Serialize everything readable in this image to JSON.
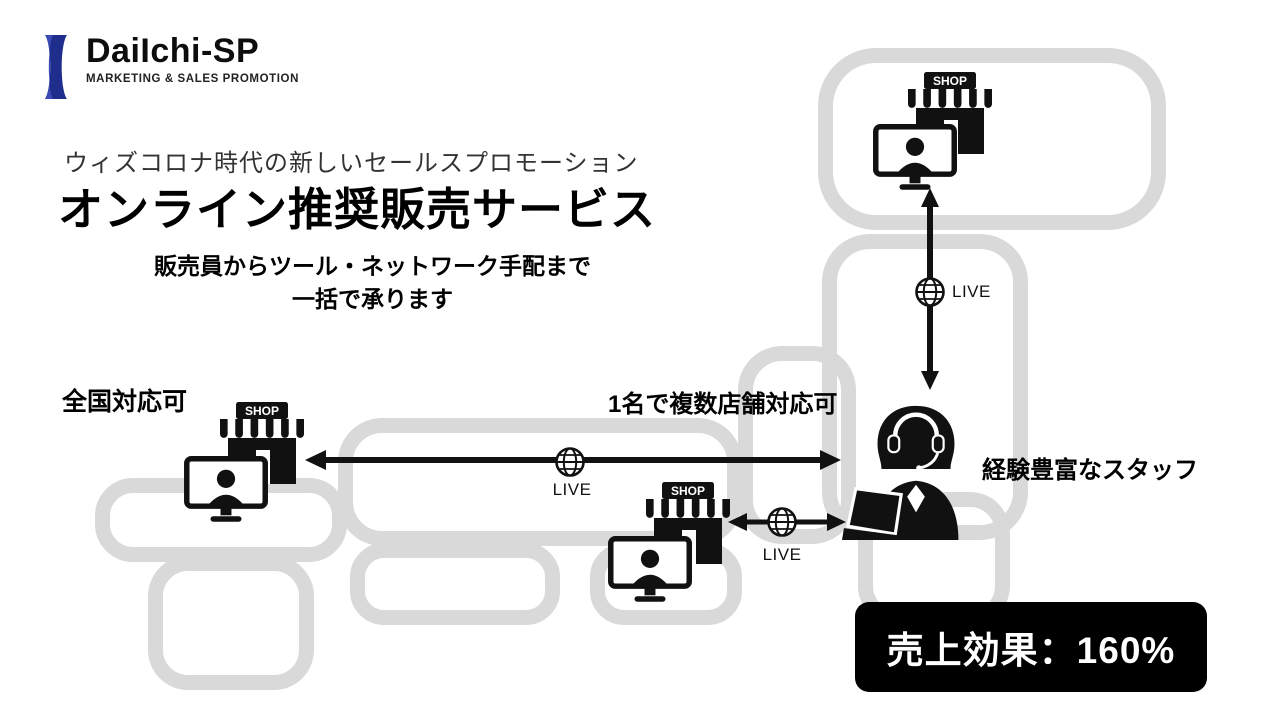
{
  "logo": {
    "name": "DaiIchi-SP",
    "tagline": "MARKETING & SALES PROMOTION"
  },
  "header": {
    "kicker": "ウィズコロナ時代の新しいセールスプロモーション",
    "title": "オンライン推奨販売サービス",
    "subtitle_line1": "販売員からツール・ネットワーク手配まで",
    "subtitle_line2": "一括で承ります"
  },
  "diagram": {
    "label_nationwide": "全国対応可",
    "label_multi_store": "1名で複数店舗対応可",
    "label_staff": "経験豊富なスタッフ",
    "live_label": "LIVE",
    "shop_sign": "SHOP"
  },
  "badge": {
    "text": "売上効果：160%"
  },
  "colors": {
    "map_outline": "#d9d9d9",
    "ink": "#111111",
    "logo_blue": "#1f2e8c",
    "badge_bg": "#000000",
    "badge_fg": "#ffffff"
  }
}
